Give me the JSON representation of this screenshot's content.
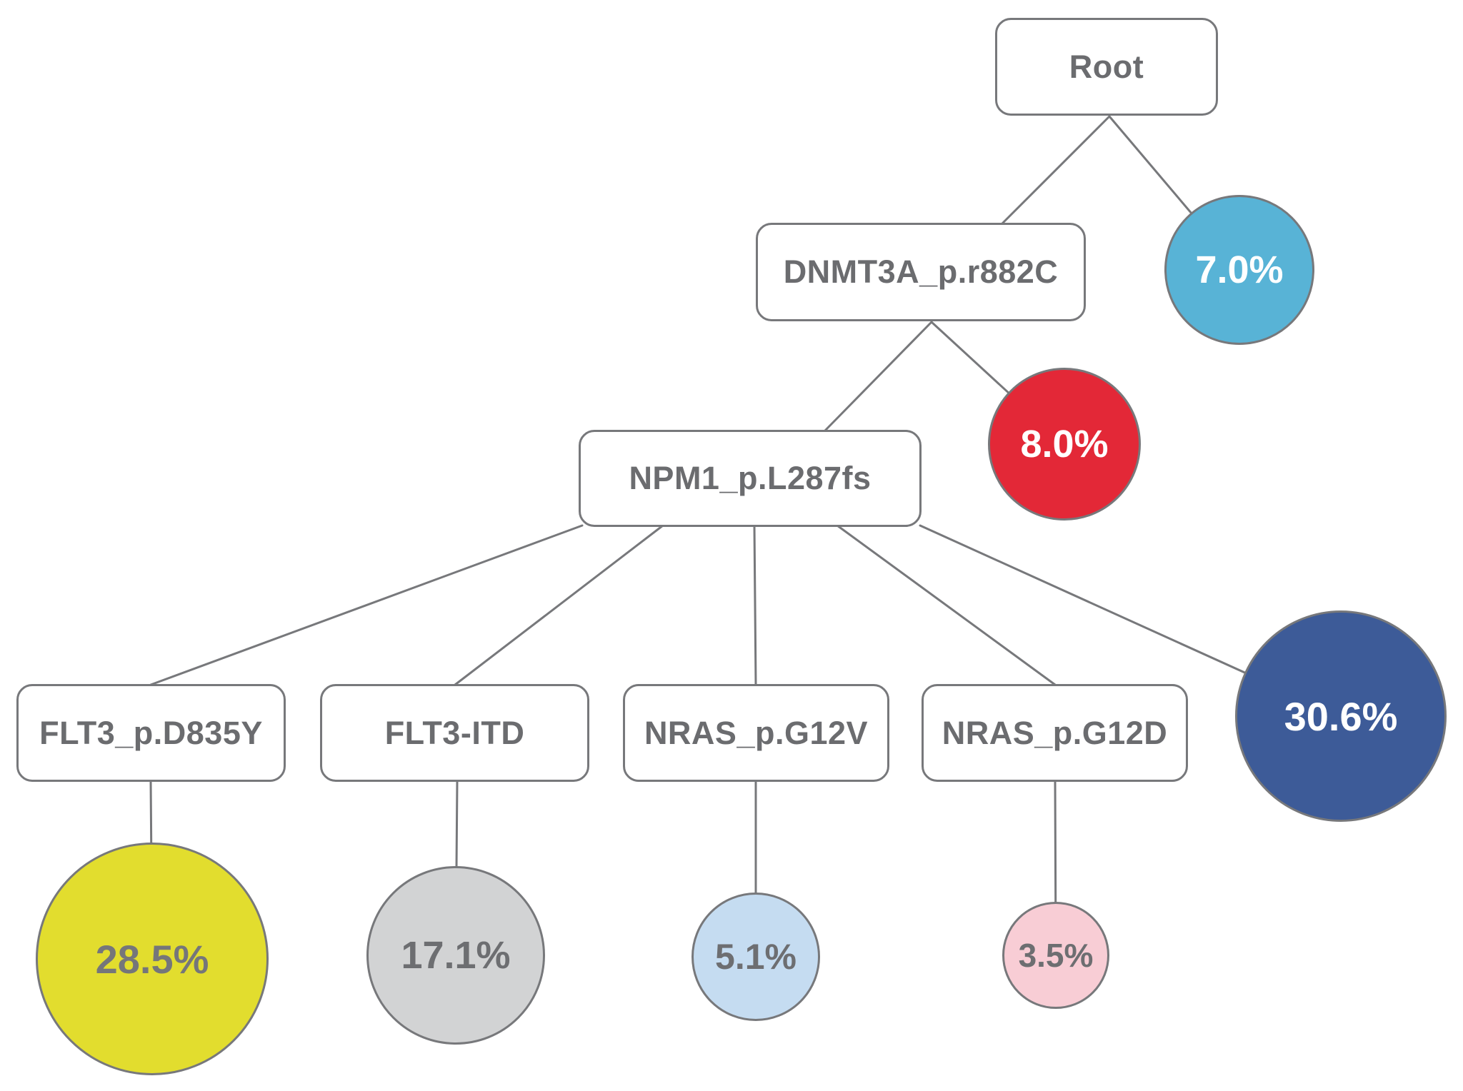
{
  "colors": {
    "edge": "#77787b",
    "box_border": "#77787b",
    "box_text": "#6b6c6f",
    "background": "#ffffff"
  },
  "tree": {
    "root": {
      "label": "Root"
    },
    "mutations": [
      {
        "label": "DNMT3A_p.r882C",
        "parent": "Root"
      },
      {
        "label": "NPM1_p.L287fs",
        "parent": "DNMT3A_p.r882C"
      },
      {
        "label": "FLT3_p.D835Y",
        "parent": "NPM1_p.L287fs"
      },
      {
        "label": "FLT3-ITD",
        "parent": "NPM1_p.L287fs"
      },
      {
        "label": "NRAS_p.G12V",
        "parent": "NPM1_p.L287fs"
      },
      {
        "label": "NRAS_p.G12D",
        "parent": "NPM1_p.L287fs"
      }
    ],
    "clones": [
      {
        "percent": "7.0%",
        "parent": "Root",
        "fill": "#58b3d6",
        "text_color": "#ffffff"
      },
      {
        "percent": "8.0%",
        "parent": "DNMT3A_p.r882C",
        "fill": "#e32837",
        "text_color": "#ffffff"
      },
      {
        "percent": "30.6%",
        "parent": "NPM1_p.L287fs",
        "fill": "#3d5b98",
        "text_color": "#ffffff"
      },
      {
        "percent": "28.5%",
        "parent": "FLT3_p.D835Y",
        "fill": "#e2dd2e",
        "text_color": "#75767a"
      },
      {
        "percent": "17.1%",
        "parent": "FLT3-ITD",
        "fill": "#d2d3d4",
        "text_color": "#6d6e71"
      },
      {
        "percent": "5.1%",
        "parent": "NRAS_p.G12V",
        "fill": "#c5dcf1",
        "text_color": "#6d6e71"
      },
      {
        "percent": "3.5%",
        "parent": "NRAS_p.G12D",
        "fill": "#f8cdd5",
        "text_color": "#6d6e71"
      }
    ]
  }
}
